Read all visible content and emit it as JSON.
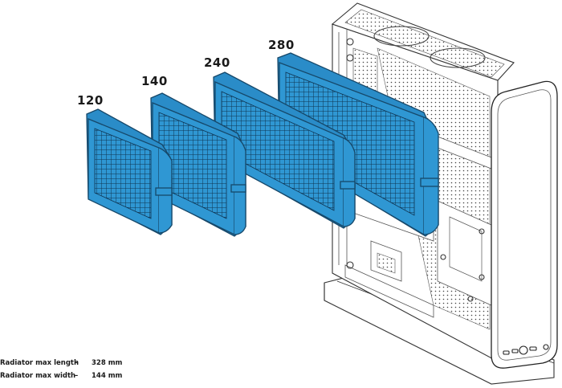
{
  "radiators": [
    {
      "size_label": "120"
    },
    {
      "size_label": "140"
    },
    {
      "size_label": "240"
    },
    {
      "size_label": "280"
    }
  ],
  "specs": [
    {
      "name": "Radiator max length",
      "dash": "–",
      "value": "328 mm"
    },
    {
      "name": "Radiator max width",
      "dash": "–",
      "value": "144 mm"
    }
  ],
  "colors": {
    "radiator_fill": "#2f97d3",
    "radiator_stroke": "#16486a",
    "radiator_grid": "#0f3452",
    "case_line": "#333333",
    "label_text": "#1a1a1a"
  }
}
